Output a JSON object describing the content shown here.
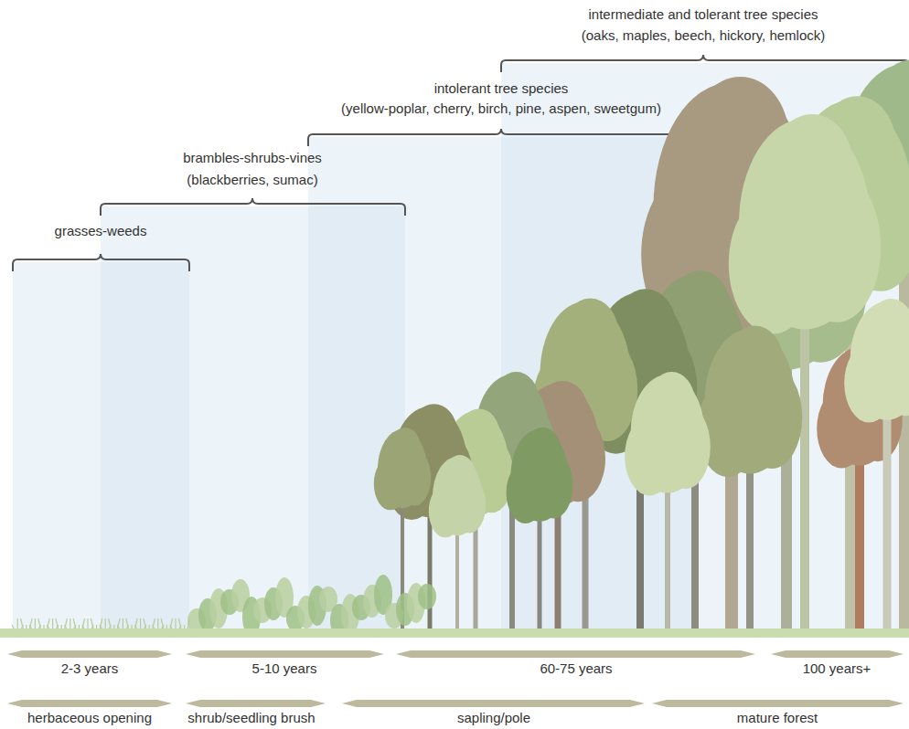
{
  "diagram": {
    "labels": [
      "grasses-weeds",
      "brambles-shrubs-vines",
      "(blackberries, sumac)",
      "intolerant tree species",
      "(yellow-poplar, cherry, birch, pine, aspen, sweetgum)",
      "intermediate and tolerant tree species",
      "(oaks, maples, beech, hickory, hemlock)",
      "2-3 years",
      "5-10 years",
      "60-75 years",
      "100 years+",
      "herbaceous opening",
      "shrub/seedling brush",
      "sapling/pole",
      "mature forest"
    ]
  }
}
